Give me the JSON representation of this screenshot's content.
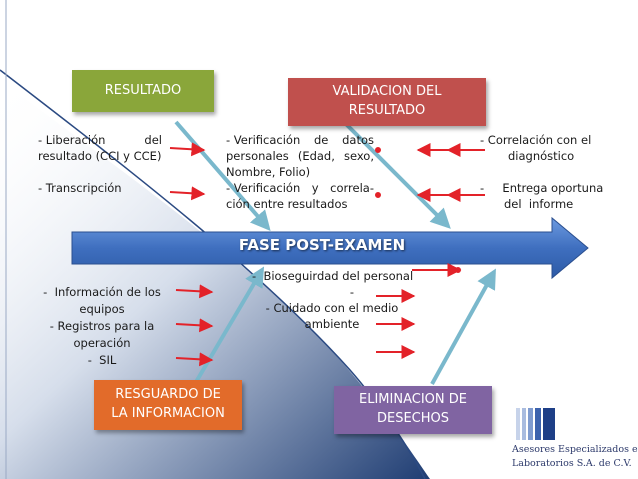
{
  "spine": {
    "label": "FASE POST-EXAMEN"
  },
  "boxes": {
    "resultado": {
      "lines": [
        "RESULTADO"
      ],
      "color": "#8aa63a"
    },
    "validacion": {
      "lines": [
        "VALIDACION DEL",
        "RESULTADO"
      ],
      "color": "#c0504d"
    },
    "resguardo": {
      "lines": [
        "RESGUARDO DE",
        "LA INFORMACION"
      ],
      "color": "#e26b2a"
    },
    "eliminacion": {
      "lines": [
        "ELIMINACION DE",
        "DESECHOS"
      ],
      "color": "#8064a2"
    }
  },
  "texts": {
    "resultado_col": {
      "liberacion": [
        "- Liberación",
        "del"
      ],
      "liberacion2": "resultado (CCI y CCE)",
      "transcripcion": "- Transcripción"
    },
    "validacion_mid": {
      "l1": [
        "- Verificación",
        "de",
        "datos"
      ],
      "l2": [
        "personales",
        "(Edad,",
        "sexo,"
      ],
      "l3": "Nombre, Folio)",
      "l4": [
        "- Verificación",
        "y",
        "correla-"
      ],
      "l5": "ción entre resultados"
    },
    "validacion_right": {
      "l1": "- Correlación con el",
      "l2": "diagnóstico",
      "l3": "-     Entrega oportuna",
      "l4": "del  informe"
    },
    "resguardo_col": {
      "l1": "-  Información de los",
      "l2": "equipos",
      "l3": "- Registros para la",
      "l4": "operación",
      "l5": "-  SIL"
    },
    "eliminacion_col": {
      "l1": "-  Bioseguirdad del personal",
      "l2": "-",
      "l3": "- Cuidado con el medio",
      "l4": "ambiente"
    }
  },
  "logo": {
    "line1": "Asesores Especializados en",
    "line2": "Laboratorios S.A. de C.V."
  },
  "colors": {
    "spine": "#4a7ac7",
    "diagonal": "#7ab8cc",
    "arrow": "#e32229",
    "background_gradient": "#1f3d73"
  }
}
